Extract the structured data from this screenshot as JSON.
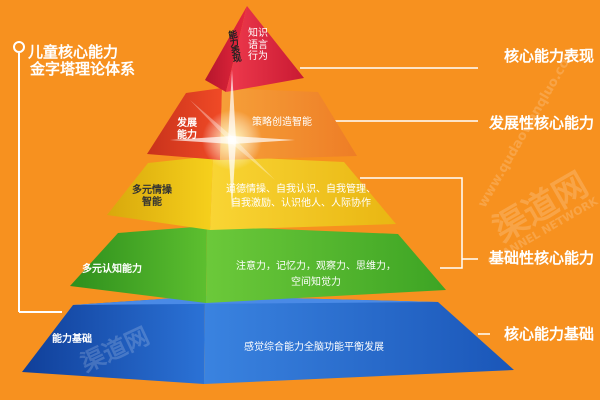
{
  "title": [
    "儿童核心能力",
    "金字塔理论体系"
  ],
  "watermark": {
    "cn": "渠道网",
    "en": "CHANNEL NETWORK",
    "url": "www.qudaowanqluo.com"
  },
  "right_labels": {
    "top": "核心能力表现",
    "developmental": "发展性核心能力",
    "foundational": "基础性核心能力",
    "base": "核心能力基础"
  },
  "tiers": {
    "apex": {
      "left": "能力表现",
      "right": [
        "知识",
        "语言",
        "行为"
      ]
    },
    "tier2": {
      "left": [
        "发展",
        "能力"
      ],
      "right": "策略创造智能"
    },
    "tier3": {
      "left": [
        "多元情操",
        "智能"
      ],
      "right": [
        "道德情操、自我认识、自我管理、",
        "自我激励、认识他人、人际协作"
      ]
    },
    "tier4": {
      "left": "多元认知能力",
      "right": [
        "注意力，记忆力，观察力、思维力，",
        "空间知觉力"
      ]
    },
    "base": {
      "left": "能力基础",
      "right": "感觉综合能力全脑功能平衡发展"
    }
  },
  "colors": {
    "background": "#f7911f",
    "apex": "#e5203a",
    "tier2": "#f26b2a",
    "tier3": "#f4c21b",
    "tier4": "#53b72b",
    "base": "#1f63c6"
  }
}
